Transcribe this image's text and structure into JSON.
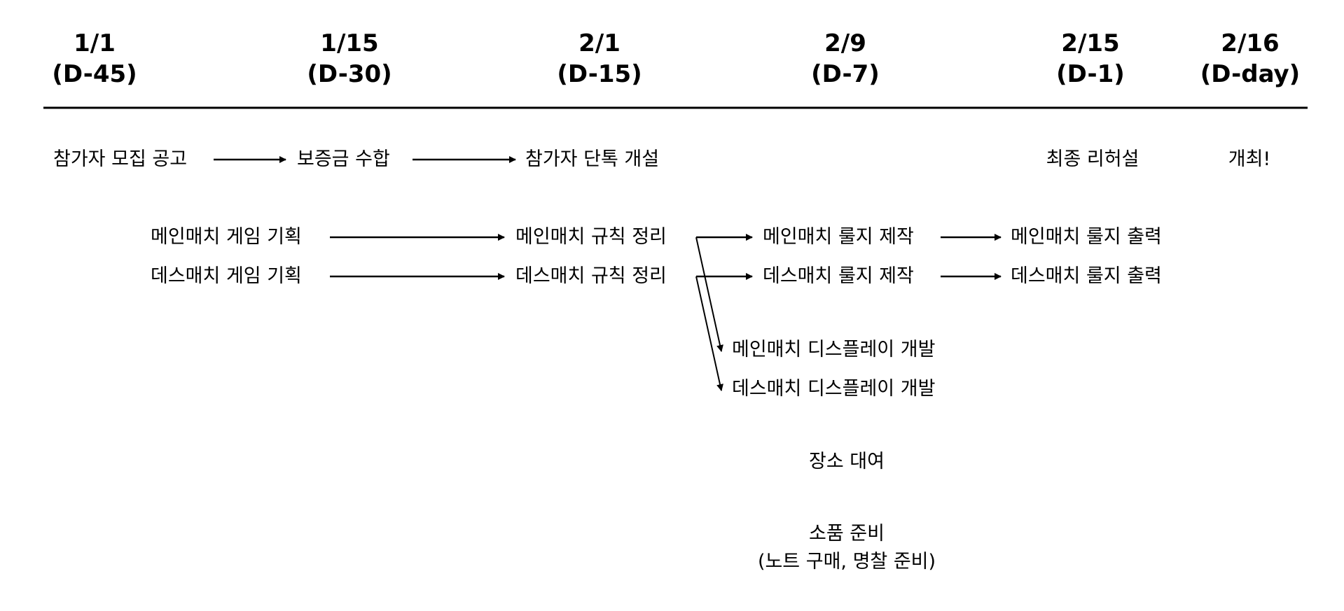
{
  "timeline": [
    {
      "date": "1/1",
      "dday": "(D-45)"
    },
    {
      "date": "1/15",
      "dday": "(D-30)"
    },
    {
      "date": "2/1",
      "dday": "(D-15)"
    },
    {
      "date": "2/9",
      "dday": "(D-7)"
    },
    {
      "date": "2/15",
      "dday": "(D-1)"
    },
    {
      "date": "2/16",
      "dday": "(D-day)"
    }
  ],
  "tasks": {
    "recruit": "참가자 모집 공고",
    "deposit": "보증금 수합",
    "group_chat": "참가자 단톡 개설",
    "rehearsal": "최종 리허설",
    "event": "개최!",
    "main_plan": "메인매치 게임 기획",
    "death_plan": "데스매치 게임 기획",
    "main_rules": "메인매치 규칙 정리",
    "death_rules": "데스매치 규칙 정리",
    "main_sheet": "메인매치 룰지 제작",
    "death_sheet": "데스매치 룰지 제작",
    "main_print": "메인매치 룰지 출력",
    "death_print": "데스매치 룰지 출력",
    "main_display": "메인매치 디스플레이 개발",
    "death_display": "데스매치 디스플레이 개발",
    "venue": "장소 대여",
    "props": "소품 준비",
    "props_detail": "(노트 구매, 명찰 준비)"
  }
}
